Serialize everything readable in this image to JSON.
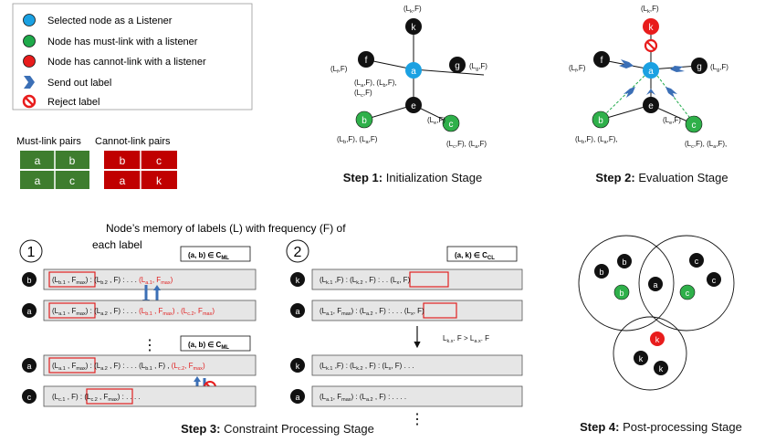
{
  "legend": {
    "listener": "Selected node as a Listener",
    "must_link": "Node has must-link with a listener",
    "cannot_link": "Node has cannot-link with a listener",
    "send": "Send out label",
    "reject": "Reject label"
  },
  "pairs": {
    "must_title": "Must-link pairs",
    "cannot_title": "Cannot-link pairs",
    "must": [
      [
        "a",
        "b"
      ],
      [
        "a",
        "c"
      ]
    ],
    "cannot": [
      [
        "b",
        "c"
      ],
      [
        "a",
        "k"
      ]
    ]
  },
  "captions": {
    "step1_bold": "Step 1:",
    "step1": " Initialization Stage",
    "step2_bold": "Step 2:",
    "step2": " Evaluation Stage",
    "step3_bold": "Step 3:",
    "step3": " Constraint Processing Stage",
    "step4_bold": "Step 4:",
    "step4": " Post-processing Stage"
  },
  "memory_note_1": "Node’s memory of labels (L) with frequency (F) of",
  "memory_note_2": "each label",
  "circled": [
    "1",
    "2"
  ],
  "nodes": {
    "a": "a",
    "b": "b",
    "c": "c",
    "e": "e",
    "f": "f",
    "g": "g",
    "k": "k"
  },
  "constraints": {
    "ml": "(a, b) ∈ C",
    "ml_sub": "ML",
    "cl": "(a, k) ∈ C",
    "cl_sub": "CL"
  },
  "condition": "L",
  "ellipsis": "⋮"
}
